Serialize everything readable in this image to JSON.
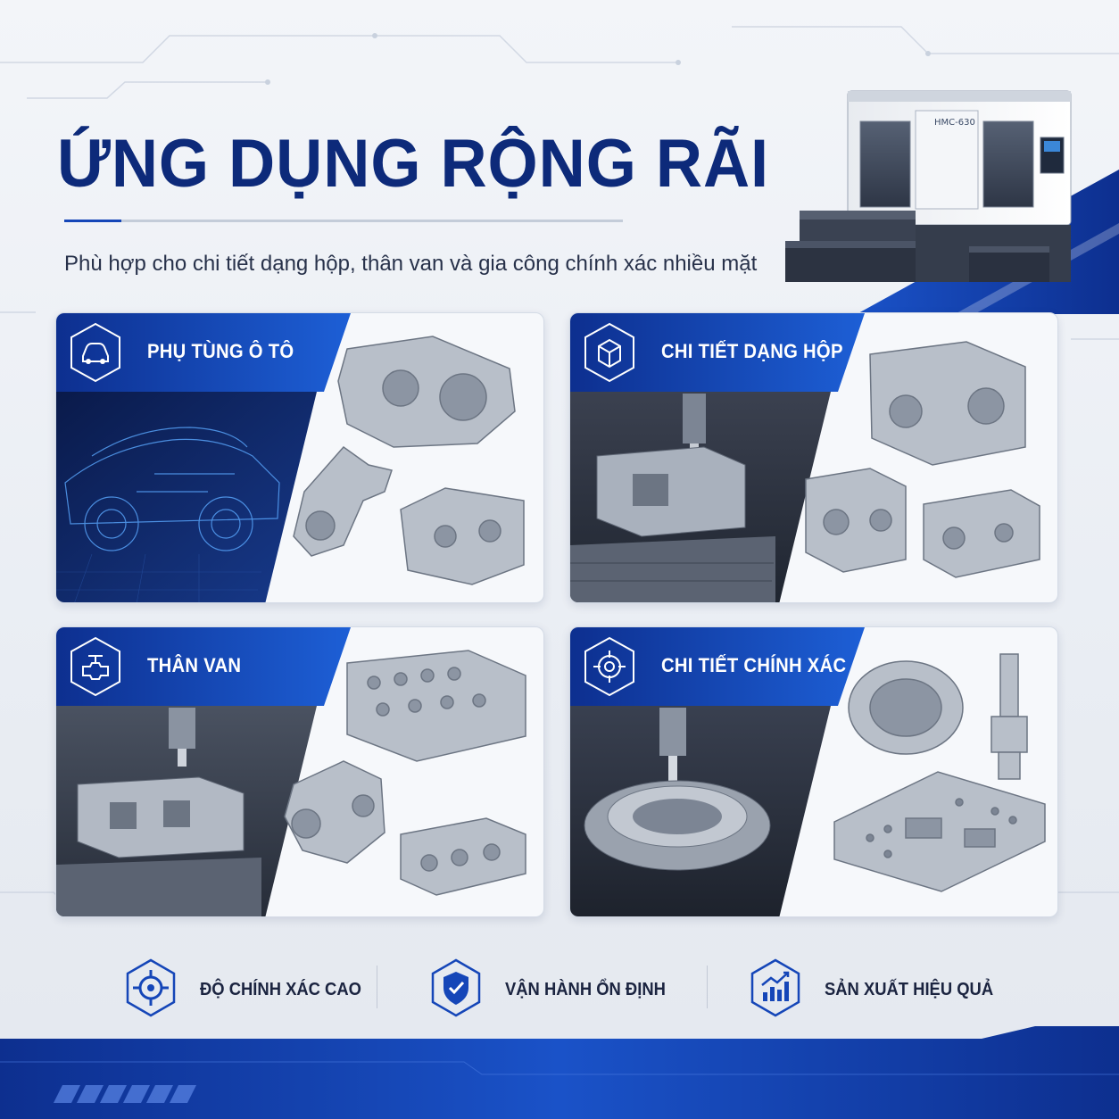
{
  "page": {
    "title": "ỨNG DỤNG RỘNG RÃI",
    "subtitle": "Phù hợp cho chi tiết dạng hộp, thân van và gia công chính xác nhiều mặt",
    "machine_label": "HMC-630"
  },
  "colors": {
    "primary_blue": "#1546b8",
    "title_navy": "#0d2a7a",
    "header_gradient_start": "#0d2f8f",
    "header_gradient_end": "#1d5fd6"
  },
  "cards": [
    {
      "label": "PHỤ TÙNG Ô TÔ",
      "icon": "car-icon"
    },
    {
      "label": "CHI TIẾT DẠNG HỘP",
      "icon": "box-icon"
    },
    {
      "label": "THÂN VAN",
      "icon": "valve-icon"
    },
    {
      "label": "CHI TIẾT CHÍNH XÁC",
      "icon": "target-icon"
    }
  ],
  "features": [
    {
      "label": "ĐỘ CHÍNH XÁC CAO",
      "icon": "crosshair-icon"
    },
    {
      "label": "VẬN HÀNH ỔN ĐỊNH",
      "icon": "shield-check-icon"
    },
    {
      "label": "SẢN XUẤT HIỆU QUẢ",
      "icon": "growth-chart-icon"
    }
  ]
}
